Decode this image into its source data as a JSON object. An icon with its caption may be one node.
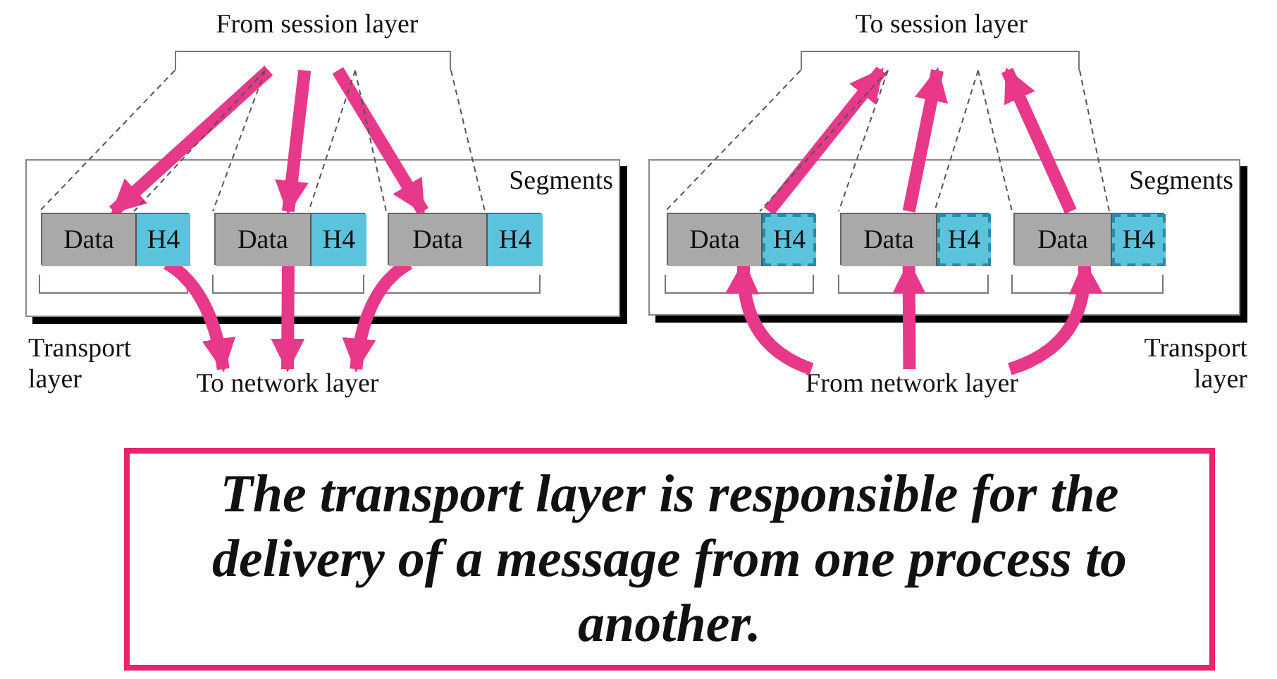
{
  "diagram": {
    "nodes": [
      {
        "text": [
          "From session layer"
        ]
      },
      {
        "text": [
          "Segments"
        ],
        "beside": [
          "Transport layer"
        ]
      },
      {
        "text": [],
        "shape": "box",
        "in": 1
      },
      {
        "text": [
          "Data"
        ],
        "in": 2
      },
      {
        "text": [
          "H4"
        ],
        "in": 2
      },
      {
        "text": [],
        "shape": "box",
        "in": 1
      },
      {
        "text": [
          "Data"
        ],
        "in": 5
      },
      {
        "text": [
          "H4"
        ],
        "in": 5
      },
      {
        "text": [],
        "shape": "box",
        "in": 1
      },
      {
        "text": [
          "Data"
        ],
        "in": 8
      },
      {
        "text": [
          "H4"
        ],
        "in": 8
      },
      {
        "text": [
          "To network layer"
        ]
      },
      {
        "text": [
          "To session layer"
        ]
      },
      {
        "text": [
          "Segments"
        ],
        "beside": [
          "Transport layer"
        ]
      },
      {
        "text": [],
        "shape": "box",
        "in": 13
      },
      {
        "text": [
          "Data"
        ],
        "in": 14
      },
      {
        "text": [
          "H4"
        ],
        "in": 14
      },
      {
        "text": [],
        "shape": "box",
        "in": 13
      },
      {
        "text": [
          "Data"
        ],
        "in": 17
      },
      {
        "text": [
          "H4"
        ],
        "in": 17
      },
      {
        "text": [],
        "shape": "box",
        "in": 13
      },
      {
        "text": [
          "Data"
        ],
        "in": 20
      },
      {
        "text": [
          "H4"
        ],
        "in": 20
      },
      {
        "text": [
          "From network layer"
        ]
      },
      {
        "text": [
          "The transport layer is responsible for the delivery of a message from one process to another."
        ]
      },
      {
        "text": [],
        "shape": "bracket"
      },
      {
        "text": [],
        "shape": "bracket"
      }
    ],
    "edges": [
      {
        "from": 25,
        "to": 2,
        "arrow": "to",
        "style": "thick"
      },
      {
        "from": 25,
        "to": 5,
        "arrow": "to",
        "style": "thick"
      },
      {
        "from": 25,
        "to": 8,
        "arrow": "to",
        "style": "thick"
      },
      {
        "from": 2,
        "to": 11,
        "arrow": "to",
        "style": "thick"
      },
      {
        "from": 5,
        "to": 11,
        "arrow": "to",
        "style": "thick"
      },
      {
        "from": 8,
        "to": 11,
        "arrow": "to",
        "style": "thick"
      },
      {
        "from": 14,
        "to": 26,
        "arrow": "to",
        "style": "thick"
      },
      {
        "from": 17,
        "to": 26,
        "arrow": "to",
        "style": "thick"
      },
      {
        "from": 20,
        "to": 26,
        "arrow": "to",
        "style": "thick"
      },
      {
        "from": 23,
        "to": 14,
        "arrow": "to",
        "style": "thick"
      },
      {
        "from": 23,
        "to": 17,
        "arrow": "to",
        "style": "thick"
      },
      {
        "from": 23,
        "to": 20,
        "arrow": "to",
        "style": "thick"
      },
      {
        "from": 25,
        "to": 3,
        "arrow": "none",
        "style": "dashed",
        "color": "#555555"
      },
      {
        "from": 25,
        "to": 3,
        "arrow": "none",
        "style": "dashed",
        "color": "#555555"
      },
      {
        "from": 25,
        "to": 6,
        "arrow": "none",
        "style": "dashed",
        "color": "#555555"
      },
      {
        "from": 25,
        "to": 6,
        "arrow": "none",
        "style": "dashed",
        "color": "#555555"
      },
      {
        "from": 25,
        "to": 9,
        "arrow": "none",
        "style": "dashed",
        "color": "#555555"
      },
      {
        "from": 25,
        "to": 9,
        "arrow": "none",
        "style": "dashed",
        "color": "#555555"
      },
      {
        "from": 26,
        "to": 15,
        "arrow": "none",
        "style": "dashed",
        "color": "#555555"
      },
      {
        "from": 26,
        "to": 15,
        "arrow": "none",
        "style": "dashed",
        "color": "#555555"
      },
      {
        "from": 26,
        "to": 18,
        "arrow": "none",
        "style": "dashed",
        "color": "#555555"
      },
      {
        "from": 26,
        "to": 18,
        "arrow": "none",
        "style": "dashed",
        "color": "#555555"
      },
      {
        "from": 26,
        "to": 21,
        "arrow": "none",
        "style": "dashed",
        "color": "#555555"
      },
      {
        "from": 26,
        "to": 21,
        "arrow": "none",
        "style": "dashed",
        "color": "#555555"
      }
    ]
  }
}
